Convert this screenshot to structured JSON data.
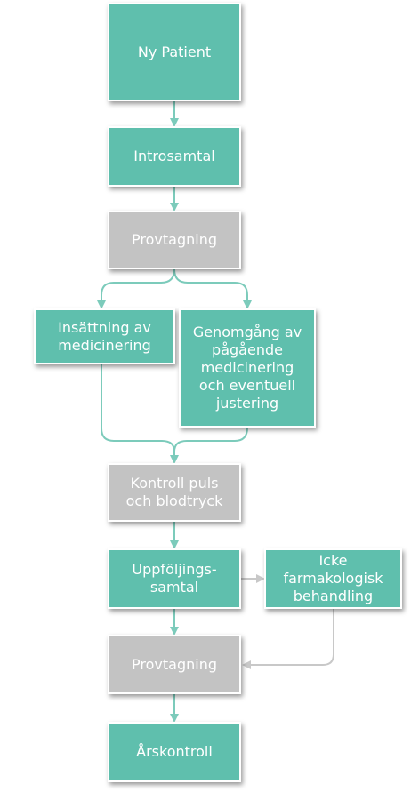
{
  "colors": {
    "teal": "#5fbfad",
    "gray": "#c3c3c3",
    "connector_teal": "#7ccbbb",
    "connector_gray": "#c8c8c8"
  },
  "nodes": {
    "ny_patient": "Ny Patient",
    "introsamtal": "Introsamtal",
    "provtagning_1": "Provtagning",
    "insattning": "Insättning av\nmedicinering",
    "genomgang": "Genomgång av\npågående\nmedicinering\noch eventuell\njustering",
    "kontroll": "Kontroll puls\noch blodtryck",
    "uppfoljning": "Uppföljings-\nsamtal",
    "icke_farmakologisk": "Icke\nfarmakologisk\nbehandling",
    "provtagning_2": "Provtagning",
    "arskontroll": "Årskontroll"
  }
}
